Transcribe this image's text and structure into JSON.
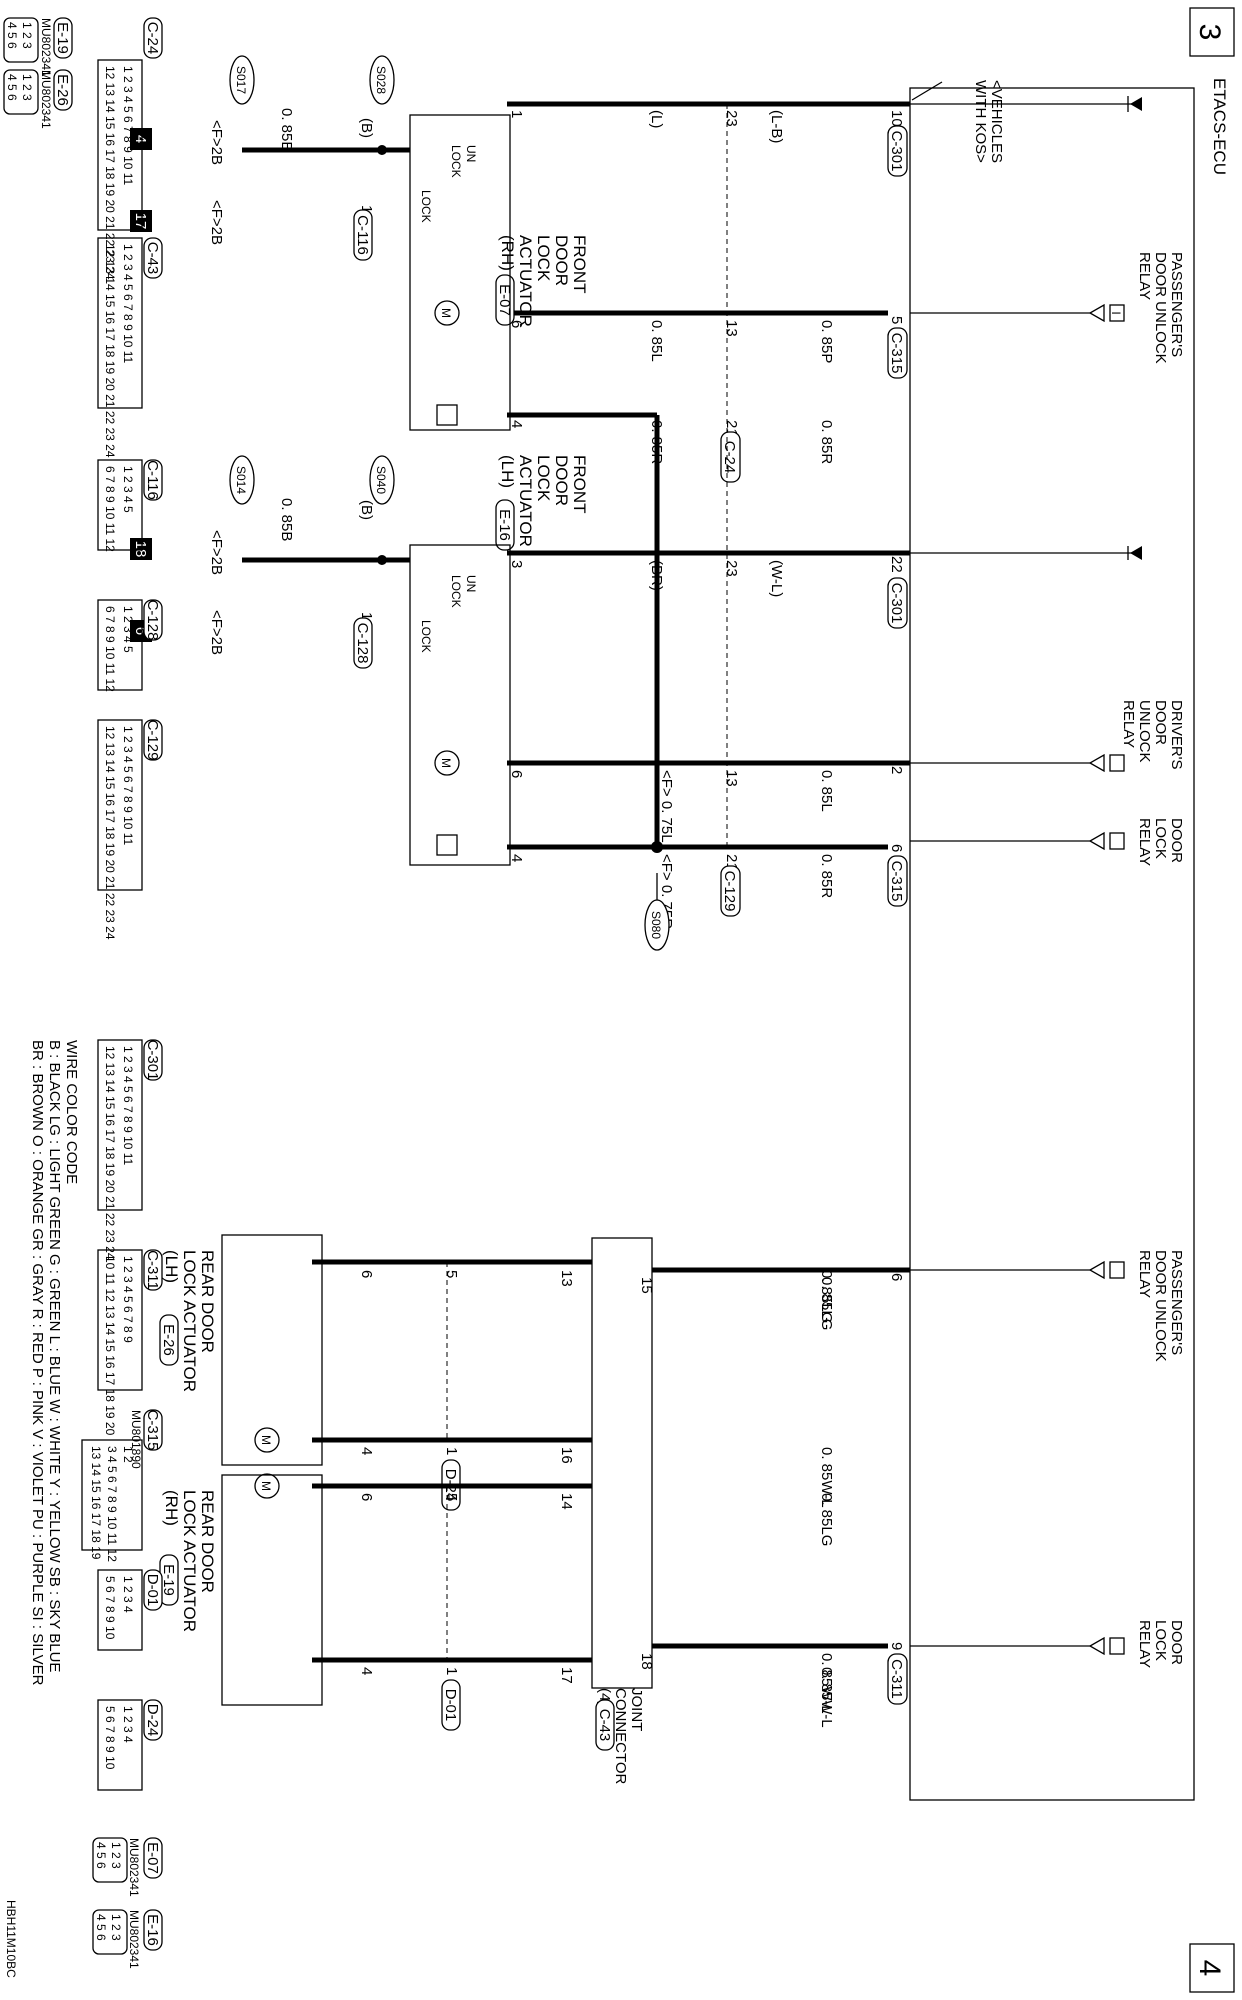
{
  "pages": {
    "left": "3",
    "right": "4"
  },
  "figure_code": "HBH11M10BC",
  "ecu": {
    "title": "ETACS-ECU",
    "relay_symbol": "I",
    "relays": [
      {
        "line1": "PASSENGER'S",
        "line2": "DOOR UNLOCK",
        "line3": "RELAY"
      },
      {
        "line1": "DRIVER'S",
        "line2": "DOOR",
        "line3": "UNLOCK",
        "line4": "RELAY"
      },
      {
        "line1": "DOOR",
        "line2": "LOCK",
        "line3": "RELAY"
      },
      {
        "line1": "PASSENGER'S",
        "line2": "DOOR UNLOCK",
        "line3": "RELAY"
      },
      {
        "line1": "DOOR",
        "line2": "LOCK",
        "line3": "RELAY"
      }
    ],
    "pins": [
      {
        "pin": "10",
        "conn": "C-301"
      },
      {
        "pin": "5",
        "conn": "C-315"
      },
      {
        "pin": "22",
        "conn": "C-301"
      },
      {
        "pin": "2",
        "conn": ""
      },
      {
        "pin": "6",
        "conn": "C-315"
      },
      {
        "pin": "6",
        "conn": ""
      },
      {
        "pin": "9",
        "conn": "C-311"
      }
    ]
  },
  "front_notes": {
    "kos_line1": "<VEHICLES",
    "kos_line2": "WITH KOS>"
  },
  "front_wires": [
    {
      "upper": "(L-B)",
      "lower": "(L)",
      "mid_pin": "23",
      "end_pin": "1",
      "conn": ""
    },
    {
      "upper": "0. 85P",
      "lower": "0. 85L",
      "mid_pin": "13",
      "end_pin": "6",
      "conn": ""
    },
    {
      "upper": "0. 85R",
      "lower": "0. 85R",
      "mid_pin": "21",
      "end_pin": "4",
      "conn": "C-24"
    },
    {
      "upper": "(W-L)",
      "lower": "(BR)",
      "mid_pin": "23",
      "end_pin": "3",
      "conn": ""
    },
    {
      "upper": "0. 85L",
      "lower": "<F> 0. 75L",
      "mid_pin": "13",
      "end_pin": "6",
      "conn": ""
    },
    {
      "upper": "0. 85R",
      "lower": "<F> 0. 75R",
      "mid_pin": "21",
      "end_pin": "4",
      "conn": "C-129"
    }
  ],
  "splices": {
    "s080": "S080"
  },
  "actuators": {
    "front_rh": {
      "line1": "FRONT",
      "line2": "DOOR",
      "line3": "LOCK",
      "line4": "ACTUATOR",
      "line5": "(RH)",
      "conn": "E-07",
      "switch_line1": "UN",
      "switch_line2": "LOCK",
      "switch_lock": "LOCK",
      "motor_glyph": "M"
    },
    "front_lh": {
      "line1": "FRONT",
      "line2": "DOOR",
      "line3": "LOCK",
      "line4": "ACTUATOR",
      "line5": "(LH)",
      "conn": "E-16",
      "switch_line1": "UN",
      "switch_line2": "LOCK",
      "switch_lock": "LOCK",
      "motor_glyph": "M"
    },
    "rear_lh": {
      "line1": "REAR DOOR",
      "line2": "LOCK ACTUATOR",
      "line3": "(LH)",
      "conn": "E-26",
      "motor_glyph": "M"
    },
    "rear_rh": {
      "line1": "REAR DOOR",
      "line2": "LOCK ACTUATOR",
      "line3": "(RH)",
      "conn": "E-19",
      "motor_glyph": "M"
    }
  },
  "grounds": {
    "rh": {
      "wire_b_top": "(B)",
      "pin_12": "12",
      "conn": "C-116",
      "wire_085b": "0. 85B",
      "splice_top": "S028",
      "splice_bottom": "S017",
      "f2b_a": "<F>2B",
      "f2b_b": "<F>2B",
      "badge_a": "4",
      "badge_b": "17"
    },
    "lh": {
      "wire_b_top": "(B)",
      "pin_12": "12",
      "conn": "C-128",
      "wire_085b": "0. 85B",
      "splice_top": "S040",
      "splice_bottom": "S014",
      "f2b_a": "<F>2B",
      "f2b_b": "<F>2B",
      "badge_a": "18",
      "badge_b": "6"
    }
  },
  "joint": {
    "line1": "JOINT",
    "line2": "CONNECTOR",
    "line3": "(4)",
    "conn": "C-43"
  },
  "rear_wires": [
    {
      "upper": "0. 85LG",
      "joint_pin": "15"
    },
    {
      "upper": "0. 85W-L",
      "joint_pin": "18"
    },
    {
      "upper": "0. 85LG",
      "joint_pin": "13",
      "mid_pin": "5",
      "end_pin": "6"
    },
    {
      "upper": "0. 85W-L",
      "joint_pin": "16",
      "mid_pin": "1",
      "end_pin": "4",
      "conn": "D-24"
    },
    {
      "upper": "0. 85LG",
      "joint_pin": "14",
      "mid_pin": "5",
      "end_pin": "6"
    },
    {
      "upper": "0. 85W-L",
      "joint_pin": "17",
      "mid_pin": "1",
      "end_pin": "4",
      "conn": "D-01"
    }
  ],
  "connectors": [
    {
      "name": "C-24",
      "row1": "1 2 3 4 5 6 7 8 9 10 11",
      "row2": "12 13 14 15 16 17 18 19 20 21 22 23 24"
    },
    {
      "name": "C-43",
      "row1": "1 2 3 4 5 6 7 8 9 10 11",
      "row2": "12 13 14 15 16 17 18 19 20 21 22 23 24"
    },
    {
      "name": "C-116",
      "row1": "1 2 3 4 5",
      "row2": "6 7 8 9 10 11 12"
    },
    {
      "name": "C-128",
      "row1": "1 2 3 4 5",
      "row2": "6 7 8 9 10 11 12"
    },
    {
      "name": "C-129",
      "row1": "1 2 3 4 5 6 7 8 9 10 11",
      "row2": "12 13 14 15 16 17 18 19 20 21 22 23 24"
    },
    {
      "name": "C-301",
      "row1": "1 2 3 4 5 6 7 8 9 10 11",
      "row2": "12 13 14 15 16 17 18 19 20 21 22 23 24"
    },
    {
      "name": "C-311",
      "row1": "1 2 3 4 5 6 7 8 9",
      "row2": "10 11 12 13 14 15 16 17 18 19 20"
    },
    {
      "name": "C-315",
      "part": "MU801890",
      "row1": "1 2",
      "row2": "3 4 5 6 7 8 9 10 11 12",
      "row3": "13 14 15 16 17 18 19"
    },
    {
      "name": "D-01",
      "row1": "1 2 3 4",
      "row2": "5 6 7 8 9 10"
    },
    {
      "name": "D-24",
      "row1": "1 2 3 4",
      "row2": "5 6 7 8 9 10"
    },
    {
      "name": "E-07",
      "part": "MU802341",
      "row1": "1 2 3",
      "row2": "4 5 6"
    },
    {
      "name": "E-16",
      "part": "MU802341",
      "row1": "1 2 3",
      "row2": "4 5 6"
    },
    {
      "name": "E-19",
      "part": "MU802341",
      "row1": "1 2 3",
      "row2": "4 5 6"
    },
    {
      "name": "E-26",
      "part": "MU802341",
      "row1": "1 2 3",
      "row2": "4 5 6"
    }
  ],
  "legend": {
    "title": "WIRE COLOR CODE",
    "line1": "B : BLACK   LG : LIGHT GREEN   G : GREEN   L : BLUE   W : WHITE   Y : YELLOW   SB : SKY BLUE",
    "line2": "BR : BROWN   O : ORANGE   GR : GRAY   R : RED   P : PINK   V : VIOLET   PU : PURPLE   SI : SILVER"
  }
}
